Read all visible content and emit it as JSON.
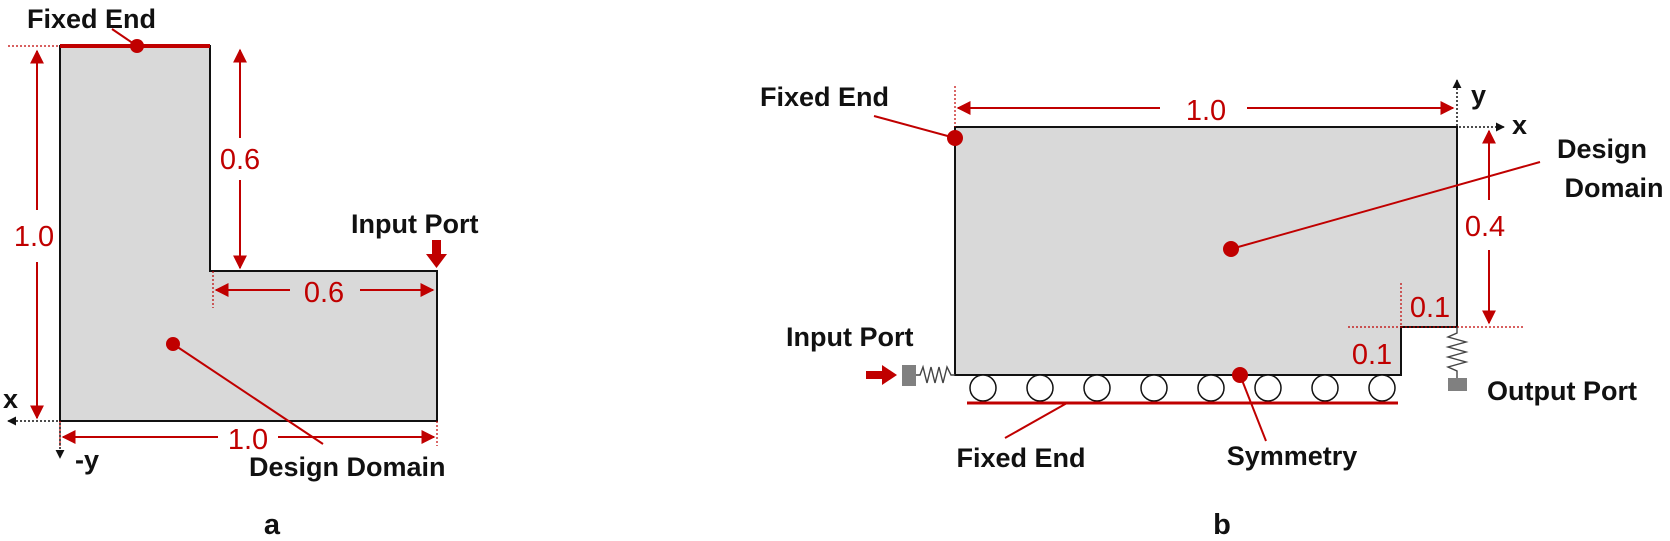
{
  "colors": {
    "accent": "#c00000",
    "domain_fill": "#d9d9d9",
    "outline": "#111111",
    "support_block": "#808080"
  },
  "panel_a": {
    "caption": "a",
    "fixed_end": "Fixed End",
    "input_port": "Input Port",
    "design_domain": "Design Domain",
    "axis_x": "x",
    "axis_neg_y": "-y",
    "dim_height": "1.0",
    "dim_width": "1.0",
    "dim_upper": "0.6",
    "dim_arm": "0.6"
  },
  "panel_b": {
    "caption": "b",
    "fixed_end_top": "Fixed End",
    "input_port": "Input Port",
    "output_port": "Output Port",
    "design_domain_line1": "Design",
    "design_domain_line2": "Domain",
    "fixed_end_bottom": "Fixed End",
    "symmetry": "Symmetry",
    "axis_x": "x",
    "axis_y": "y",
    "dim_width": "1.0",
    "dim_height": "0.4",
    "dim_step_w": "0.1",
    "dim_step_h": "0.1"
  }
}
